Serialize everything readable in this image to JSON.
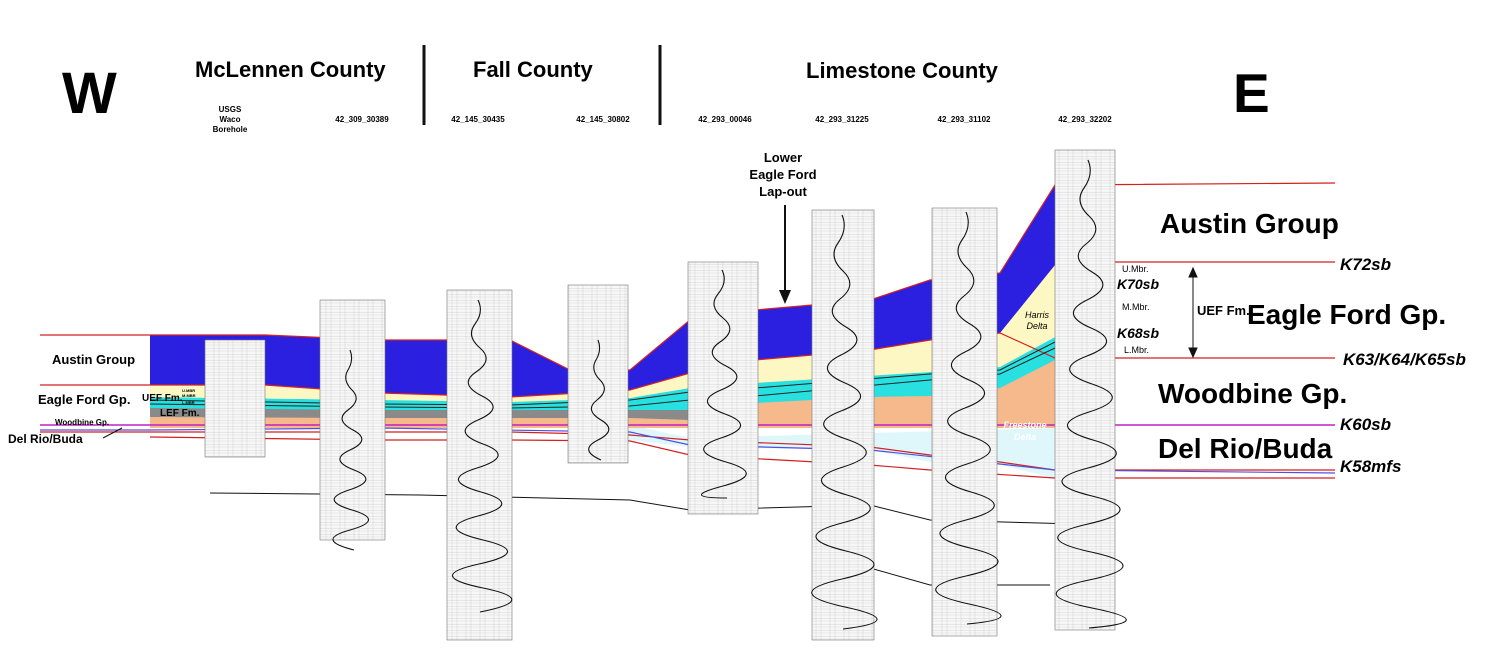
{
  "directions": {
    "west": "W",
    "east": "E"
  },
  "counties": {
    "mclennen": "McLennen County",
    "fall": "Fall County",
    "limestone": "Limestone County"
  },
  "wells": {
    "usgs_line1": "USGS",
    "usgs_line2": "Waco",
    "usgs_line3": "Borehole",
    "w1": "42_309_30389",
    "w2": "42_145_30435",
    "w3": "42_145_30802",
    "w4": "42_293_00046",
    "w5": "42_293_31225",
    "w6": "42_293_31102",
    "w7": "42_293_32202"
  },
  "annotation": {
    "line1": "Lower",
    "line2": "Eagle Ford",
    "line3": "Lap-out"
  },
  "left_labels": {
    "austin": "Austin Group",
    "eagle_ford": "Eagle Ford Gp.",
    "uef": "UEF Fm.",
    "lef": "LEF Fm.",
    "woodbine": "Woodbine Gp.",
    "delrio": "Del Rio/Buda",
    "umbr": "U.MBR",
    "mmbr": "M.MBR",
    "lmbr": "L.MBR"
  },
  "right_labels": {
    "austin": "Austin Group",
    "eagle_ford": "Eagle Ford Gp.",
    "woodbine": "Woodbine Gp.",
    "delrio": "Del Rio/Buda",
    "uef": "UEF Fm.",
    "umbr": "U.Mbr.",
    "mmbr": "M.Mbr.",
    "lmbr": "L.Mbr."
  },
  "surfaces": {
    "k72": "K72sb",
    "k70": "K70sb",
    "k68": "K68sb",
    "k63": "K63/K64/K65sb",
    "k60": "K60sb",
    "k58": "K58mfs"
  },
  "deltas": {
    "harris_1": "Harris",
    "harris_2": "Delta",
    "freestone_1": "Freestone",
    "freestone_2": "Delta"
  },
  "colors": {
    "austin": "#2b1fe0",
    "upper_ef": "#fdf7c3",
    "lower_ef": "#28e0e0",
    "lef_gray": "#8a8a8a",
    "woodbine": "#f5b98c",
    "delrio": "#dff7fb",
    "surface_red": "#d42020",
    "k60_magenta": "#c020c0",
    "k58_blue": "#5050e0"
  }
}
